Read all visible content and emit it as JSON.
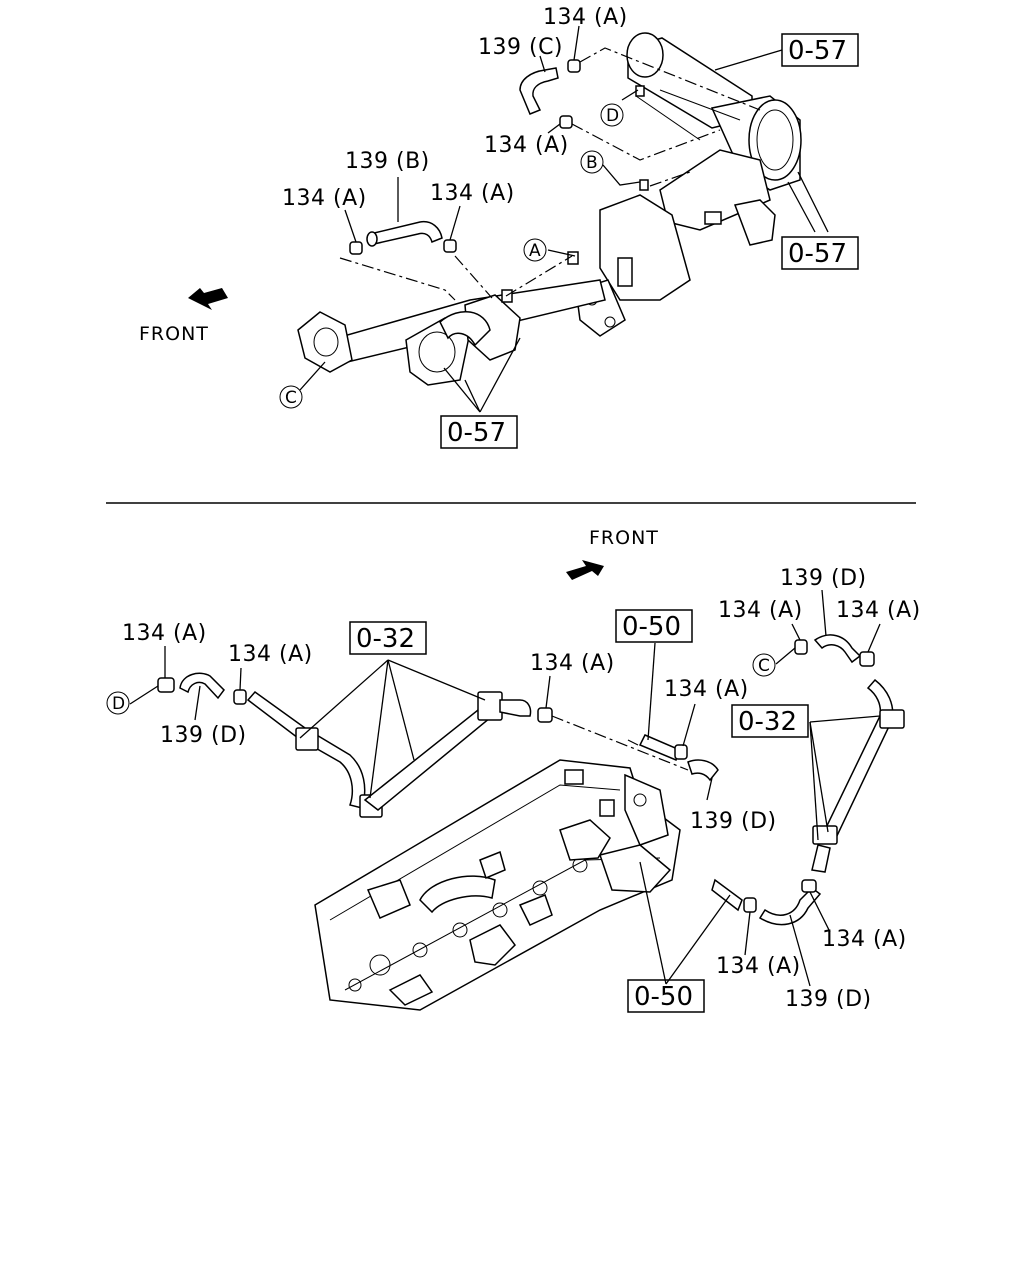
{
  "upper": {
    "front_label": "FRONT",
    "refs": [
      "0-57",
      "0-57",
      "0-57"
    ],
    "callouts": [
      "134 (A)",
      "139 (C)",
      "134 (A)",
      "139 (B)",
      "134 (A)",
      "134 (A)"
    ],
    "markers": [
      "A",
      "B",
      "C",
      "D"
    ]
  },
  "lower": {
    "front_label": "FRONT",
    "refs": [
      "0-32",
      "0-50",
      "0-32",
      "0-50"
    ],
    "callouts": [
      "134 (A)",
      "134 (A)",
      "139 (D)",
      "134 (A)",
      "134 (A)",
      "139 (D)",
      "139 (D)",
      "134 (A)",
      "134 (A)",
      "134 (A)",
      "134 (A)",
      "139 (D)"
    ],
    "markers": [
      "D",
      "C"
    ]
  }
}
